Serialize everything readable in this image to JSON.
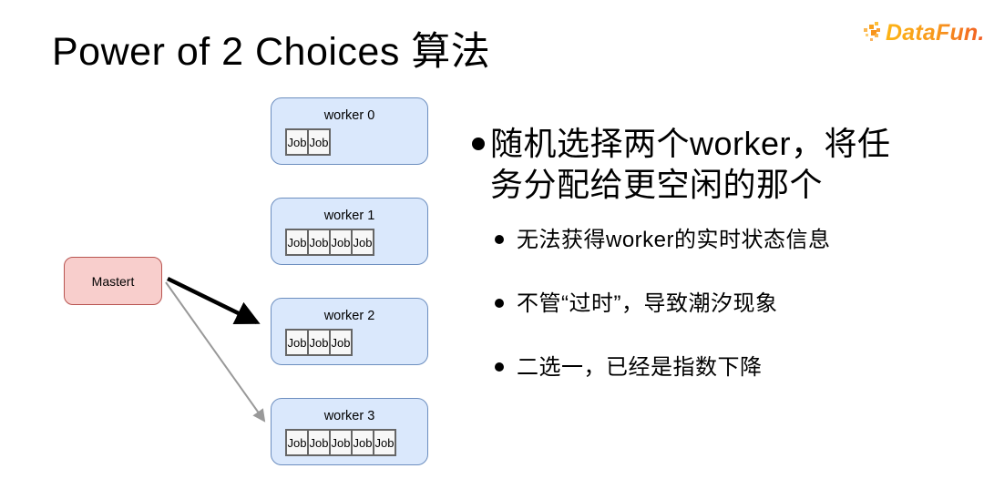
{
  "header": {
    "title": "Power of 2 Choices 算法",
    "logo_text": "DataFun."
  },
  "diagram": {
    "master_label": "Mastert",
    "job_label": "Job",
    "workers": [
      {
        "label": "worker 0",
        "jobs": 2
      },
      {
        "label": "worker 1",
        "jobs": 4
      },
      {
        "label": "worker 2",
        "jobs": 3
      },
      {
        "label": "worker 3",
        "jobs": 5
      }
    ],
    "arrows": [
      {
        "from": "Mastert",
        "to": "worker 2",
        "style": "bold"
      },
      {
        "from": "Mastert",
        "to": "worker 3",
        "style": "thin"
      }
    ],
    "colors": {
      "worker_fill": "#dae8fc",
      "worker_border": "#6c8ebf",
      "master_fill": "#f8cecc",
      "master_border": "#b85450",
      "job_fill": "#f7f7f7",
      "job_border": "#666666",
      "arrow_bold": "#000000",
      "arrow_thin": "#999999",
      "logo_orange": "#f7941d"
    }
  },
  "bullets": {
    "main": "随机选择两个worker，将任务分配给更空闲的那个",
    "sub": [
      "无法获得worker的实时状态信息",
      "不管“过时”，导致潮汐现象",
      "二选一，已经是指数下降"
    ]
  }
}
